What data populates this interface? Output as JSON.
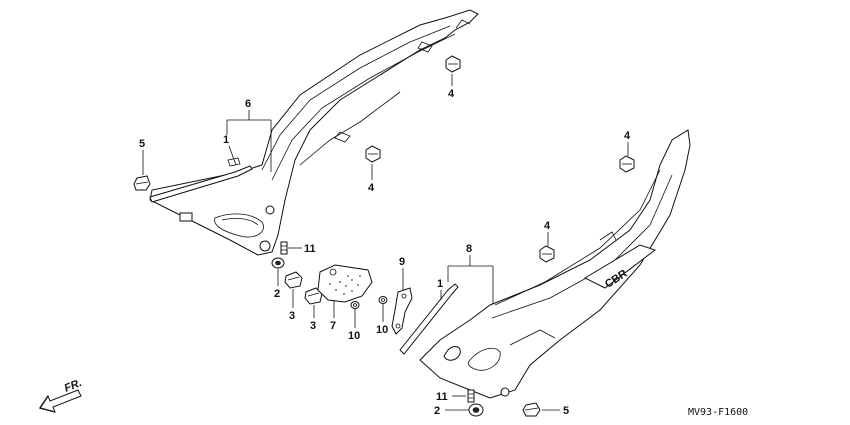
{
  "diagram": {
    "code": "MV93-F1600",
    "direction_label": "FR.",
    "emblem_text": "CBR",
    "callouts": {
      "c1a": "1",
      "c6": "6",
      "c5a": "5",
      "c4a": "4",
      "c4b": "4",
      "c11a": "11",
      "c2a": "2",
      "c3a": "3",
      "c3b": "3",
      "c7": "7",
      "c10a": "10",
      "c10b": "10",
      "c9": "9",
      "c8": "8",
      "c1b": "1",
      "c4c": "4",
      "c4d": "4",
      "c11b": "11",
      "c2b": "2",
      "c5b": "5"
    }
  }
}
